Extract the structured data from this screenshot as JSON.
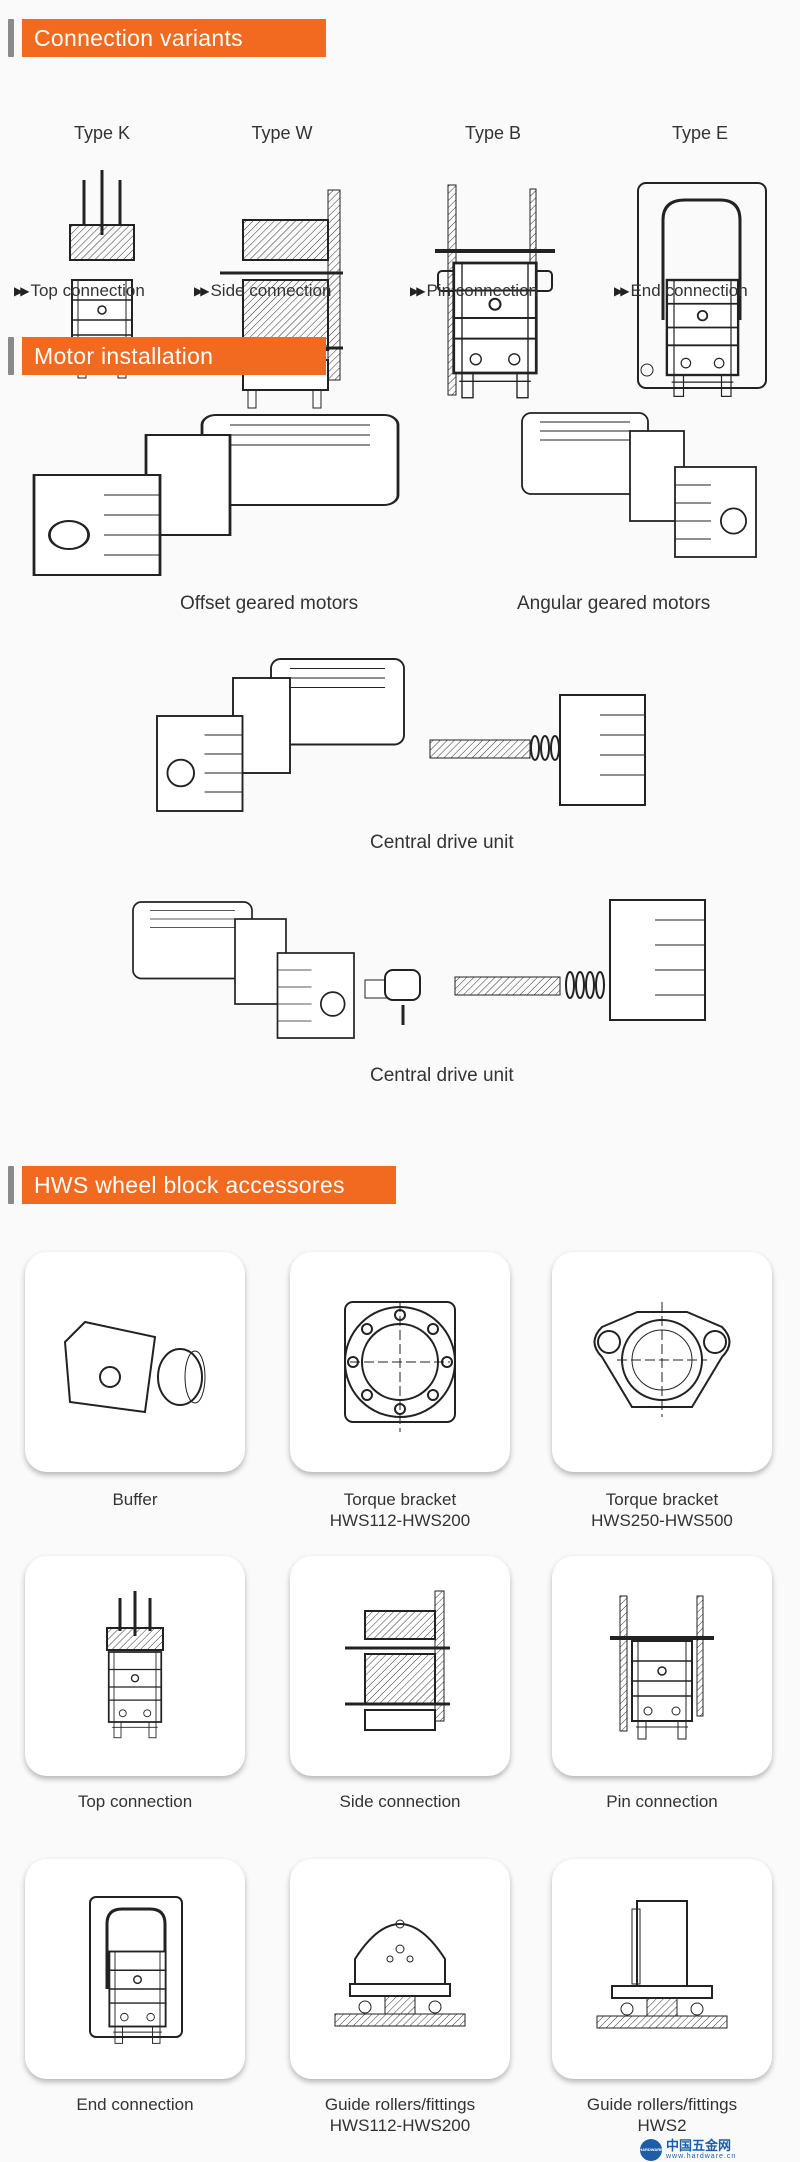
{
  "sections": {
    "connection_variants": {
      "title": "Connection variants",
      "types": [
        {
          "label": "Type K",
          "caption": "Top connection"
        },
        {
          "label": "Type W",
          "caption": "Side connection"
        },
        {
          "label": "Type B",
          "caption": "Pin connection"
        },
        {
          "label": "Type E",
          "caption": "End connection"
        }
      ]
    },
    "motor_installation": {
      "title": "Motor installation",
      "items": [
        "Offset geared motors",
        "Angular geared motors",
        "Central drive unit",
        "Central drive unit"
      ]
    },
    "accessories": {
      "title": "HWS wheel block accessores",
      "items": [
        {
          "line1": "Buffer",
          "line2": ""
        },
        {
          "line1": "Torque bracket",
          "line2": "HWS112-HWS200"
        },
        {
          "line1": "Torque bracket",
          "line2": "HWS250-HWS500"
        },
        {
          "line1": "Top connection",
          "line2": ""
        },
        {
          "line1": "Side connection",
          "line2": ""
        },
        {
          "line1": "Pin connection",
          "line2": ""
        },
        {
          "line1": "End connection",
          "line2": ""
        },
        {
          "line1": "Guide rollers/fittings",
          "line2": "HWS112-HWS200"
        },
        {
          "line1": "Guide rollers/fittings",
          "line2": "HWS2"
        }
      ]
    }
  },
  "caption_icon": "double-arrow-icon",
  "watermark": {
    "globe": "HARDWARE",
    "name": "中国五金网",
    "url": "www.hardware.cn"
  },
  "colors": {
    "accent": "#f26a1f",
    "grip": "#8a8a8a"
  }
}
